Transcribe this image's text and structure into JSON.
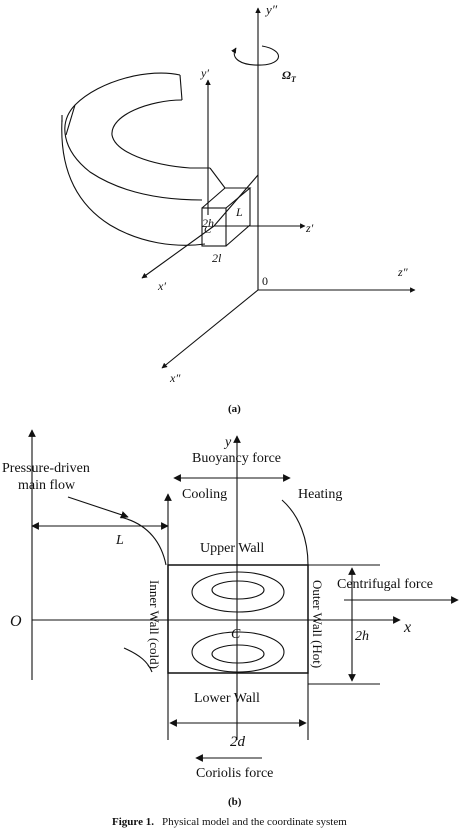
{
  "panel_a": {
    "label": "(a)",
    "axis_y_top": "y″",
    "omega_symbol": "Ω",
    "omega_sub": "T",
    "axis_y_mid": "y′",
    "label_2h": "2h",
    "label_C": "C",
    "label_2l": "2l",
    "label_L": "L",
    "axis_z_mid": "z′",
    "axis_z_low": "z″",
    "label_origin": "0",
    "axis_x_mid": "x′",
    "axis_x_low": "x″"
  },
  "panel_b": {
    "label": "(b)",
    "axis_y": "y",
    "buoyancy": "Buoyancy force",
    "pressure_line1": "Pressure-driven",
    "pressure_line2": "main flow",
    "cooling": "Cooling",
    "heating": "Heating",
    "label_L": "L",
    "upper_wall": "Upper Wall",
    "centrifugal": "Centrifugal force",
    "origin": "O",
    "label_C": "C",
    "axis_x": "x",
    "label_2h": "2h",
    "inner_wall": "Inner Wall (cold)",
    "outer_wall": "Outer Wall (Hot)",
    "lower_wall": "Lower Wall",
    "label_2d": "2d",
    "coriolis": "Coriolis force"
  },
  "caption": {
    "figure": "Figure 1.",
    "text": "Physical model and the coordinate system"
  }
}
